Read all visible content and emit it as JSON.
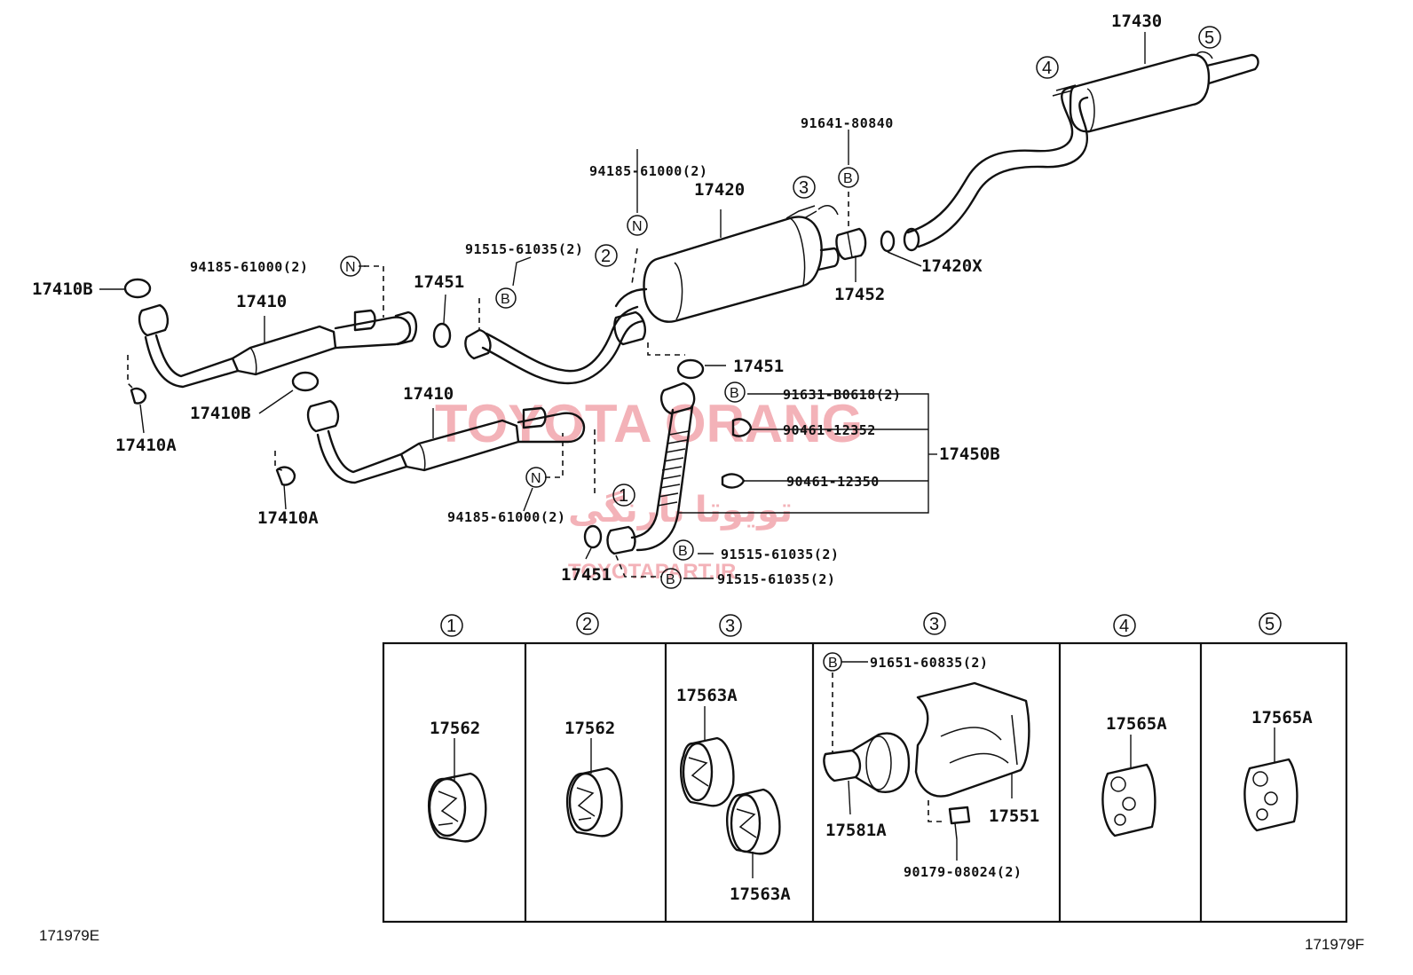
{
  "labels": {
    "p17430": "17430",
    "p91641": "91641-80840",
    "p94185_top": "94185-61000(2)",
    "p17420": "17420",
    "p91515_a": "91515-61035(2)",
    "p94185_left": "94185-61000(2)",
    "p17410B_1": "17410B",
    "p17451_1": "17451",
    "p17410_1": "17410",
    "p17452": "17452",
    "p17420X": "17420X",
    "p17451_2": "17451",
    "p17410B_2": "17410B",
    "p17410_2": "17410",
    "p17410A_1": "17410A",
    "p91631": "91631-B0618(2)",
    "p90461_a": "90461-12352",
    "p17450B": "17450B",
    "p90461_b": "90461-12350",
    "p17410A_2": "17410A",
    "p94185_bottom": "94185-61000(2)",
    "p91515_b": "91515-61035(2)",
    "p91515_c": "91515-61035(2)",
    "p17451_3": "17451"
  },
  "callouts": {
    "n1": "N",
    "n2": "N",
    "n3": "N",
    "b1": "B",
    "b2": "B",
    "b3": "B",
    "b4": "B",
    "b5": "B",
    "b6": "B",
    "k1": "1",
    "k2": "2",
    "k3": "3",
    "k4": "4",
    "k5": "5"
  },
  "detail_panels": [
    {
      "key": "1",
      "parts": [
        "17562"
      ]
    },
    {
      "key": "2",
      "parts": [
        "17562"
      ]
    },
    {
      "key": "3",
      "parts": [
        "17563A",
        "17563A"
      ]
    },
    {
      "key": "3",
      "parts": [
        "91651-60835(2)",
        "17581A",
        "17551",
        "90179-08024(2)"
      ],
      "callout": "B"
    },
    {
      "key": "4",
      "parts": [
        "17565A"
      ]
    },
    {
      "key": "5",
      "parts": [
        "17565A"
      ]
    }
  ],
  "watermark": {
    "brand": "TOYOTA ORANG",
    "persian": "تویوتا نارنگی",
    "url": "TOYOTAPART.IR",
    "color": "#f3b2b8"
  },
  "figure_ids": {
    "left": "171979E",
    "right": "171979F"
  }
}
